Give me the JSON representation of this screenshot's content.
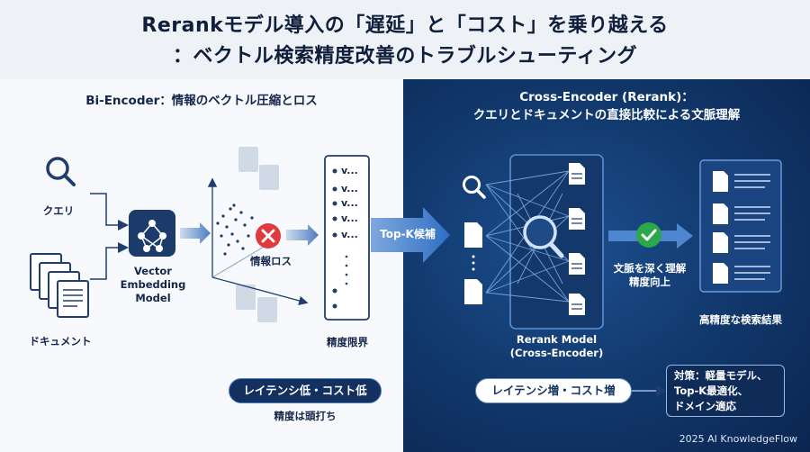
{
  "title": {
    "line1": "Rerankモデル導入の「遅延」と「コスト」を乗り越える",
    "line2": "：ベクトル検索精度改善のトラブルシューティング"
  },
  "left_panel": {
    "heading": "Bi-Encoder：情報のベクトル圧縮とロス",
    "query_label": "クエリ",
    "document_label": "ドキュメント",
    "model_label_1": "Vector",
    "model_label_2": "Embedding",
    "model_label_3": "Model",
    "loss_label": "情報ロス",
    "list_items": [
      "v...",
      "v...",
      "v...",
      "v...",
      "v..."
    ],
    "limit_label": "精度限界",
    "latency_pill": "レイテンシ低・コスト低",
    "ceiling_note": "精度は頭打ち"
  },
  "transition_label": "Top-K候補",
  "right_panel": {
    "heading_line1": "Cross-Encoder (Rerank)：",
    "heading_line2": "クエリとドキュメントの直接比較による文脈理解",
    "model_label_1": "Rerank Model",
    "model_label_2": "(Cross-Encoder)",
    "understanding_1": "文脈を深く理解",
    "understanding_2": "精度向上",
    "result_label": "高精度な検索結果",
    "latency_pill": "レイテンシ増・コスト増",
    "measures_1": "対策：軽量モデル、",
    "measures_2": "Top-K最適化、",
    "measures_3": "ドメイン適応"
  },
  "footer": "2025 AI KnowledgeFlow",
  "icons": [
    "search-icon",
    "document-icon",
    "neural-network-icon",
    "error-x-icon",
    "check-icon",
    "magnifier-icon"
  ],
  "colors": {
    "accent": "#2f6fc4",
    "error": "#e0393e",
    "success": "#2aa84a",
    "dark": "#0f1e3a"
  }
}
